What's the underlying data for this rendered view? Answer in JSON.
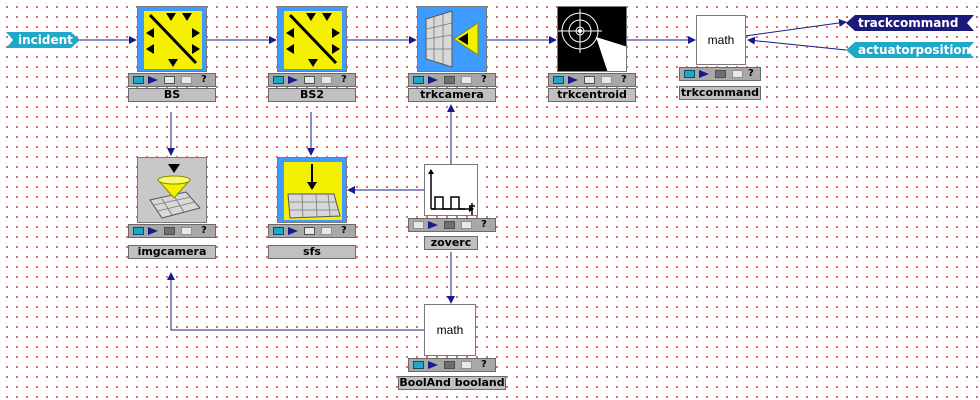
{
  "ports": {
    "incident": "incident",
    "trackcommand": "trackcommand",
    "actuatorpositions": "actuatorpositions"
  },
  "blocks": {
    "bs": {
      "label": "BS"
    },
    "bs2": {
      "label": "BS2"
    },
    "trkcamera": {
      "label": "trkcamera"
    },
    "trkcentroid": {
      "label": "trkcentroid"
    },
    "trkcommand": {
      "label": "trkcommand",
      "icon_text": "math"
    },
    "imgcamera": {
      "label": "imgcamera"
    },
    "sfs": {
      "label": "sfs"
    },
    "zoverc": {
      "label": "zoverc"
    },
    "booland": {
      "label": "BoolAnd booland",
      "icon_text": "math"
    }
  },
  "control_bar": {
    "help_glyph": "?"
  },
  "colors": {
    "canvas_dots": "#d84848",
    "wire": "#1a1a8c",
    "block_blue": "#3f9bff",
    "block_yellow": "#f4f000",
    "port_cyan": "#20a8c8",
    "port_navy": "#1a1a7a"
  }
}
